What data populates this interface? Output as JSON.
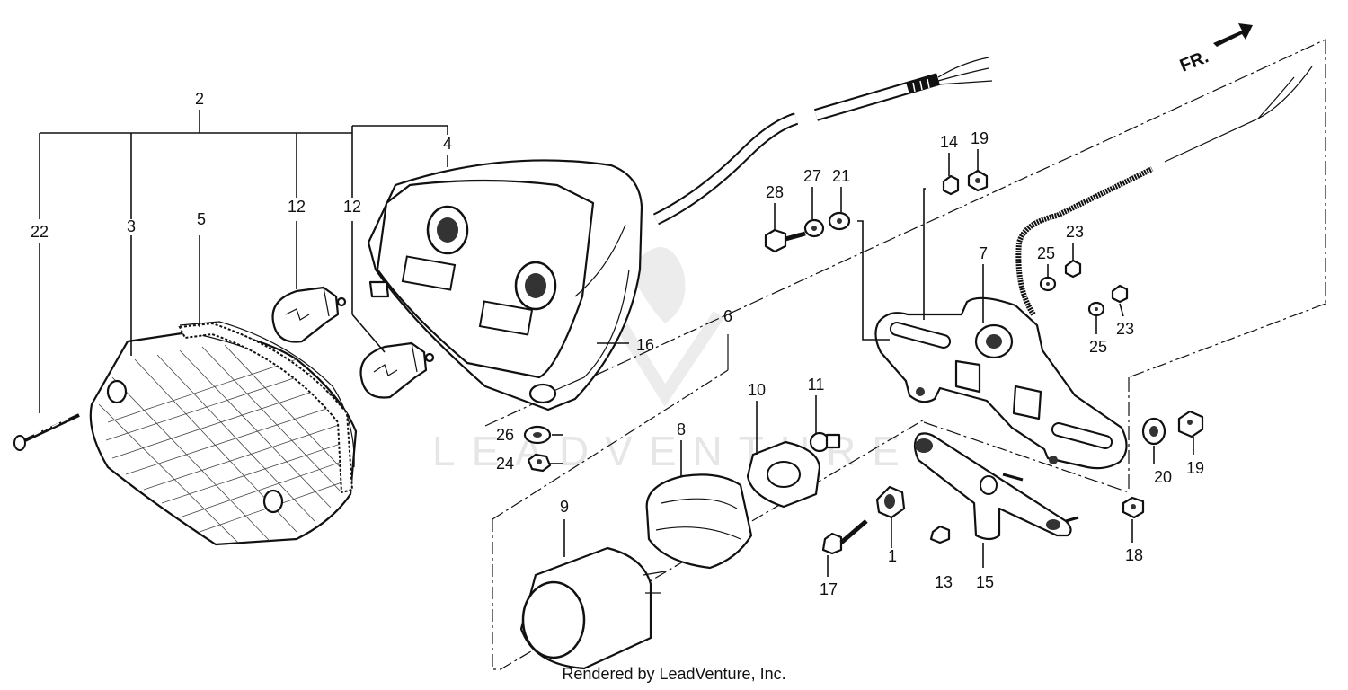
{
  "direction_arrow": "FR.",
  "watermark": "LEADVENTURE",
  "footer": "Rendered by LeadVenture, Inc.",
  "callouts": {
    "c1": "1",
    "c2": "2",
    "c3": "3",
    "c4": "4",
    "c5": "5",
    "c6": "6",
    "c7": "7",
    "c8": "8",
    "c9": "9",
    "c10": "10",
    "c11": "11",
    "c12a": "12",
    "c12b": "12",
    "c13": "13",
    "c14": "14",
    "c15": "15",
    "c16": "16",
    "c17": "17",
    "c18": "18",
    "c19a": "19",
    "c19b": "19",
    "c20": "20",
    "c21": "21",
    "c22": "22",
    "c23a": "23",
    "c23b": "23",
    "c24": "24",
    "c25a": "25",
    "c25b": "25",
    "c26": "26",
    "c27": "27",
    "c28": "28"
  }
}
